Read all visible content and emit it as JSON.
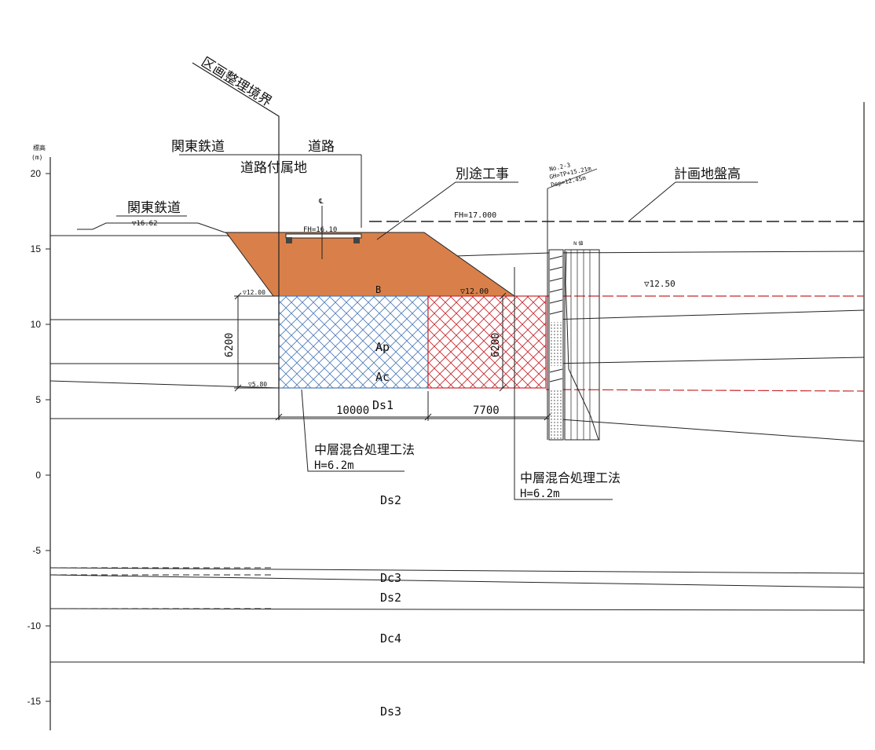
{
  "axis": {
    "label_line1": "標高",
    "label_line2": "(m)",
    "ticks": [
      "20",
      "15",
      "10",
      "5",
      "0",
      "-5",
      "-10",
      "-15"
    ]
  },
  "labels": {
    "boundary": "区画整理境界",
    "kanto_railway_top": "関東鉄道",
    "road": "道路",
    "road_annex": "道路付属地",
    "kanto_railway_left": "関東鉄道",
    "elev_1662": "▽16.62",
    "centerline": "℄",
    "fh_1610": "FH=16.10",
    "separate_work": "別途工事",
    "plan_ground": "計画地盤高",
    "fh_17": "FH=17.000",
    "borehole_no": "No.2-3",
    "borehole_gh": "GH=TP+15.21m",
    "borehole_dep": "Dep=12.45m",
    "borehole_n": "N 値",
    "elev_1250": "▽12.50",
    "elev_1200_left": "▽12.00",
    "elev_1200_right": "▽12.00",
    "elev_580": "▽5.80",
    "dim_6200_left": "6200",
    "dim_6200_right": "6200",
    "dim_10000": "10000",
    "dim_7700": "7700",
    "method_left": "中層混合処理工法",
    "method_left_h": "H=6.2m",
    "method_right": "中層混合処理工法",
    "method_right_h": "H=6.2m"
  },
  "layers": {
    "B": "B",
    "Ap": "Ap",
    "Ac": "Ac",
    "Ds1": "Ds1",
    "Ds2": "Ds2",
    "Dc3": "Dc3",
    "Ds2b": "Ds2",
    "Dc4": "Dc4",
    "Ds3": "Ds3"
  },
  "colors": {
    "embankment": "#d9804a",
    "blue_zone": "#4a78b8",
    "red_zone": "#c8282e",
    "line": "#222222"
  }
}
